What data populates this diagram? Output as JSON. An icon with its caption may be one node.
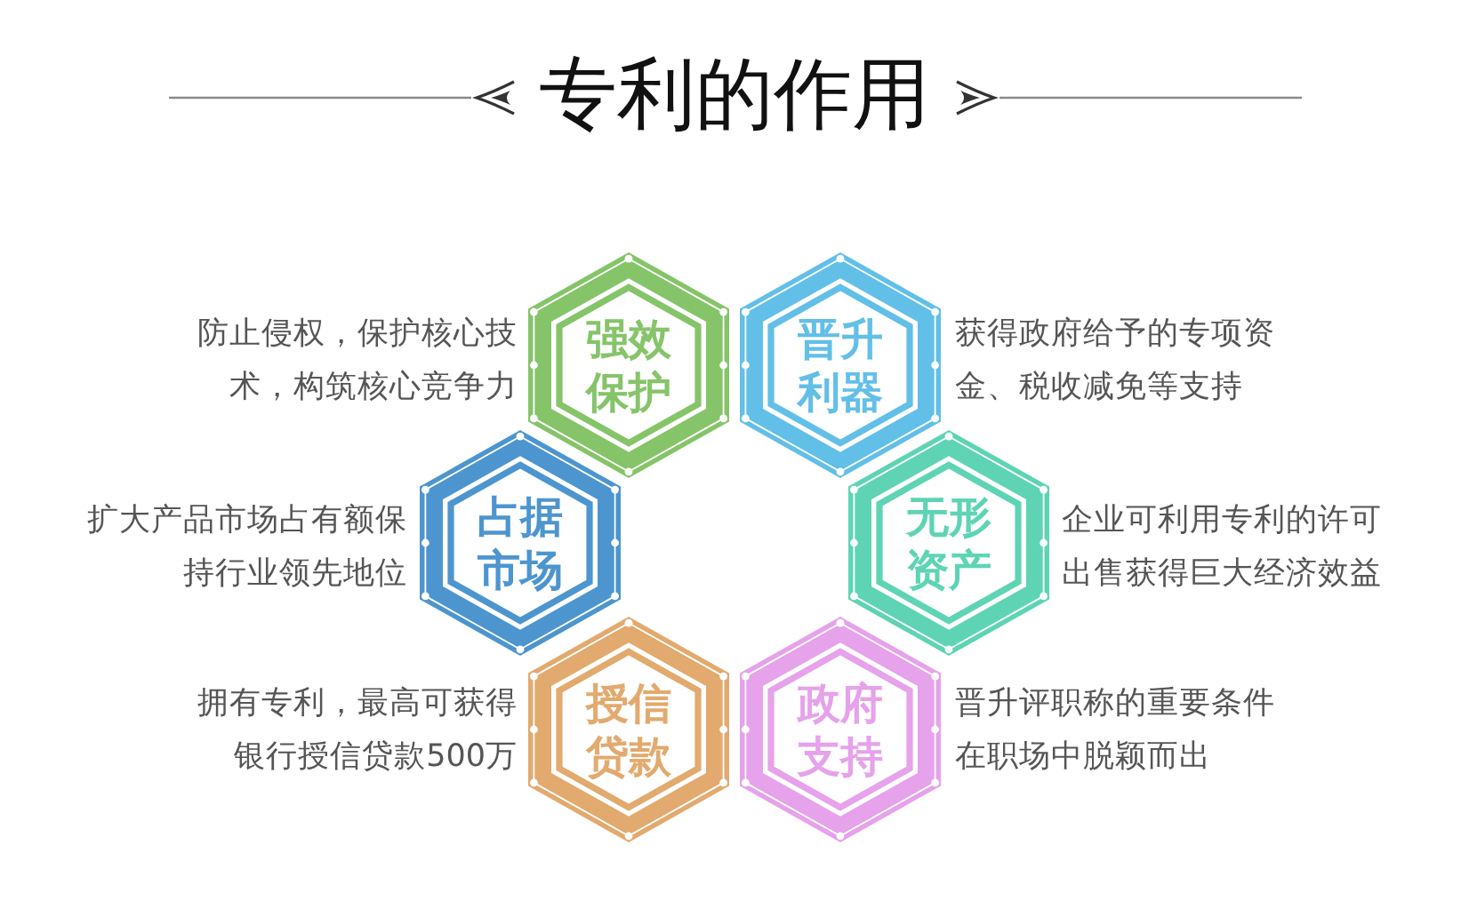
{
  "diagram": {
    "title": "专利的作用",
    "nodes": [
      {
        "text": [
          "强效保护"
        ],
        "beside": [
          "防止侵权，保护核心技术，构筑核心竞争力"
        ]
      },
      {
        "text": [
          "晋升利器"
        ],
        "beside": [
          "获得政府给予的专项资金、税收减免等支持"
        ]
      },
      {
        "text": [
          "占据市场"
        ],
        "beside": [
          "扩大产品市场占有额保持行业领先地位"
        ]
      },
      {
        "text": [
          "无形资产"
        ],
        "beside": [
          "企业可利用专利的许可出售获得巨大经济效益"
        ]
      },
      {
        "text": [
          "授信贷款"
        ],
        "beside": [
          "拥有专利，最高可获得银行授信贷款500万"
        ]
      },
      {
        "text": [
          "政府支持"
        ],
        "beside": [
          "晋升评职称的重要条件在职场中脱颖而出"
        ]
      }
    ]
  }
}
